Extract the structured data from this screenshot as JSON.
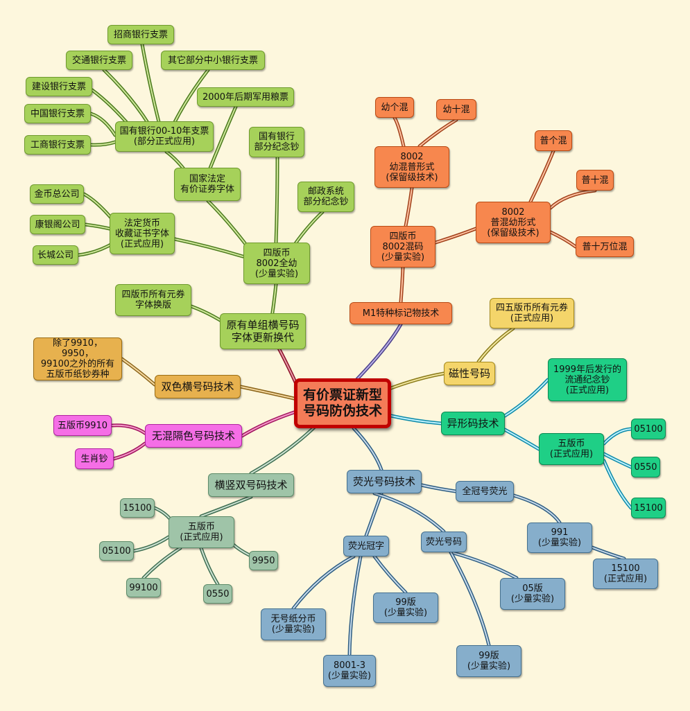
{
  "central_topic": "有价票证新型\n号码防伪技术",
  "branches": {
    "font_update": {
      "label": "原有单组横号码\n字体更新换代",
      "four_yuan_switch": "四版币所有元券\n字体换版",
      "four_8002": {
        "label": "四版币\n8002全幼\n(少量实验)",
        "state_bank": "国有银行\n部分纪念钞",
        "postal": "邮政系统\n部分纪念钞",
        "legal_font": {
          "label": "国家法定\n有价证券字体",
          "grain_2000": "2000年后期军用粮票",
          "bank_cheques": {
            "label": "国有银行00-10年支票\n(部分正式应用)",
            "cmb": "招商银行支票",
            "comm": "交通银行支票",
            "other_small": "其它部分中小银行支票",
            "ccb": "建设银行支票",
            "boc": "中国银行支票",
            "icbc": "工商银行支票"
          }
        },
        "collect_font": {
          "label": "法定货币\n收藏证书字体\n(正式应用)",
          "gold": "金币总公司",
          "kangyin": "康银阁公司",
          "changcheng": "长城公司"
        }
      }
    },
    "m1": {
      "label": "M1特种标记物技术",
      "four_8002_mix": {
        "label": "四版币\n8002混码\n(少量实验)",
        "youhun": {
          "label": "8002\n幼混普形式\n(保留级技术)",
          "you_ge": "幼个混",
          "you_shi": "幼十混"
        },
        "puhun": {
          "label": "8002\n普混幼形式\n(保留级技术)",
          "pu_ge": "普个混",
          "pu_shi": "普十混",
          "pu_wan": "普十万位混"
        }
      }
    },
    "magnetic": {
      "label": "磁性号码",
      "four_five": "四五版币所有元券\n(正式应用)"
    },
    "shaped": {
      "label": "异形码技术",
      "commem_1999": "1999年后发行的\n流通纪念钞\n(正式应用)",
      "five_formal": {
        "label": "五版币\n(正式应用)",
        "v05100": "05100",
        "v0550": "0550",
        "v15100": "15100"
      }
    },
    "fluor": {
      "label": "荧光号码技术",
      "full_crown": {
        "label": "全冠号荧光",
        "v991": "991\n(少量实验)",
        "v15100": "15100\n(正式应用)"
      },
      "crown": {
        "label": "荧光冠字",
        "no_paper": "无号纸分币\n(少量实验)",
        "v8001": "8001-3\n(少量实验)",
        "v99": "99版\n(少量实验)"
      },
      "number": {
        "label": "荧光号码",
        "v05": "05版\n(少量实验)",
        "v99": "99版\n(少量实验)"
      }
    },
    "double": {
      "label": "横竖双号码技术",
      "five_formal": {
        "label": "五版币\n(正式应用)",
        "v15100": "15100",
        "v05100": "05100",
        "v99100": "99100",
        "v0550": "0550",
        "v9950": "9950"
      }
    },
    "no_mix": {
      "label": "无混隔色号码技术",
      "v9910": "五版币9910",
      "zodiac": "生肖钞"
    },
    "two_color": {
      "label": "双色横号码技术",
      "except": "除了9910，9950，\n99100之外的所有\n五版币纸钞券种"
    }
  },
  "colors": {
    "green": "#a6d15a",
    "orange": "#f7874e",
    "yellow": "#f4d56a",
    "amber": "#e7b14e",
    "pink": "#f56ee6",
    "teal": "#1fcf86",
    "sage": "#9fc4a8",
    "blue": "#86aecb",
    "center": "#f47c58",
    "center_border": "#c00000",
    "background": "#fdf7dd"
  }
}
